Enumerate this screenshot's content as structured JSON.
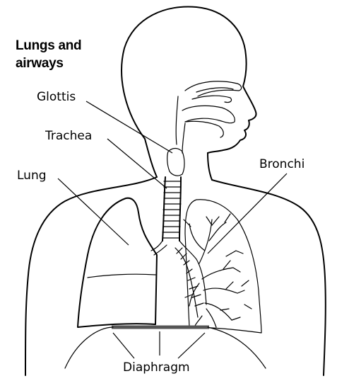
{
  "title": {
    "line1": "Lungs and",
    "line2": "airways"
  },
  "labels": {
    "glottis": "Glottis",
    "trachea": "Trachea",
    "lung": "Lung",
    "bronchi": "Bronchi",
    "diaphragm": "Diaphragm"
  },
  "colors": {
    "line": "#000000",
    "background": "#ffffff",
    "diaphragm_band": "#555555"
  }
}
